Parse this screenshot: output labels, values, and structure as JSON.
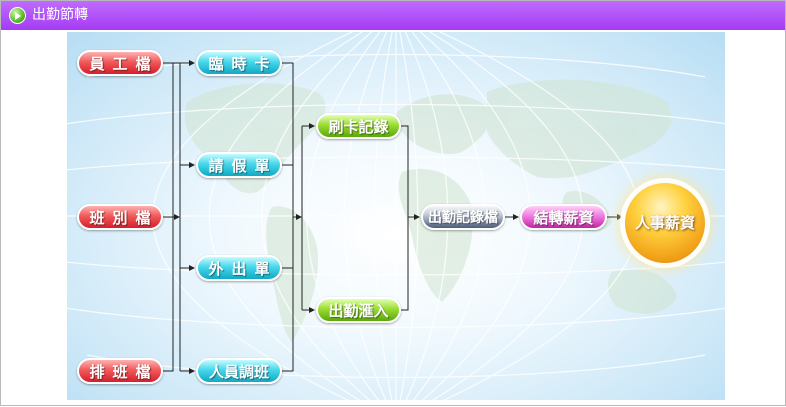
{
  "header": {
    "title": "出勤節轉",
    "icon": "play-arrow-icon"
  },
  "nodes": {
    "employee_file": "員工檔",
    "class_file": "班別檔",
    "schedule_file": "排班檔",
    "card_punch": "臨時卡",
    "leave_form": "請假單",
    "out_form": "外出單",
    "staff_transfer": "人員調班",
    "card_record": "刷卡記錄",
    "attendance_import": "出勤滙入",
    "attendance_record_file": "出勤記錄檔",
    "transfer_salary": "結轉薪資",
    "hr_salary": "人事薪資"
  },
  "colors": {
    "header": "#a53cf3",
    "connector": "#222222"
  }
}
